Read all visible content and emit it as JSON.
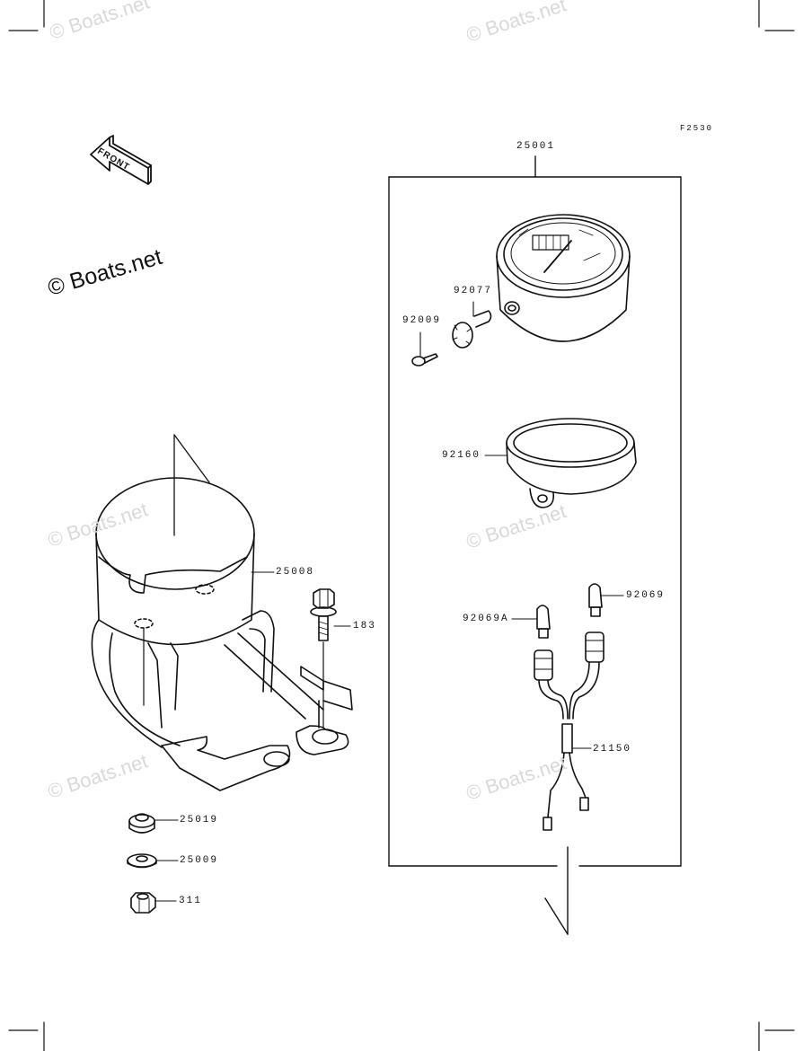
{
  "figure_code": "F2530",
  "front_label": "FRONT",
  "brand": "© Boats.net",
  "watermark": "© Boats.net",
  "parts": {
    "speedometer_assembly": "25001",
    "knob": "92077",
    "screw": "92009",
    "gasket_ring": "92160",
    "bulb_upper": "92069",
    "bulb_lower": "92069A",
    "harness": "21150",
    "bracket": "25008",
    "bolt": "183",
    "collar": "25019",
    "washer": "25009",
    "nut": "311"
  }
}
